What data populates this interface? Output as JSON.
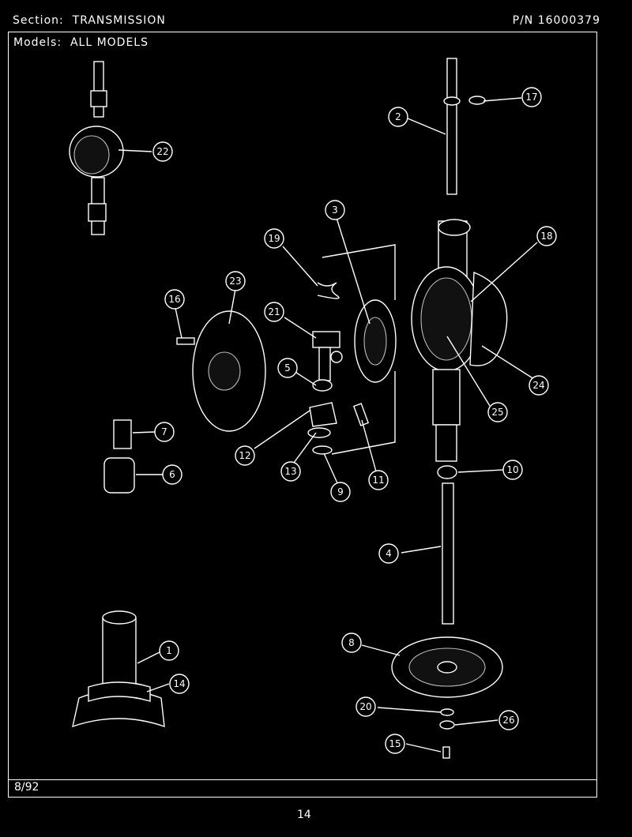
{
  "header": {
    "section_label": "Section:",
    "section_value": "TRANSMISSION",
    "pn_label": "P/N",
    "pn_value": "16000379"
  },
  "models": {
    "label": "Models:",
    "value": "ALL MODELS"
  },
  "footer": {
    "date": "8/92",
    "page_number": "14"
  },
  "callouts": [
    "1",
    "2",
    "3",
    "4",
    "5",
    "6",
    "7",
    "8",
    "9",
    "10",
    "11",
    "12",
    "13",
    "14",
    "15",
    "16",
    "17",
    "18",
    "19",
    "20",
    "21",
    "22",
    "23",
    "24",
    "25",
    "26"
  ]
}
